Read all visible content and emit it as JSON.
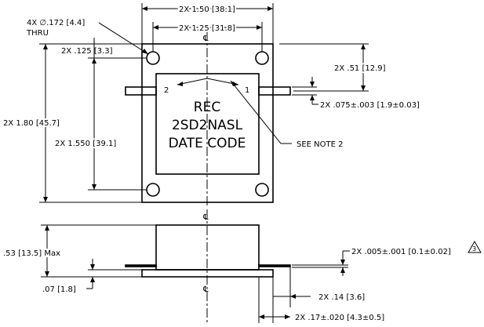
{
  "title": "",
  "labels": {
    "holes": "4X ∅.172 [4.4]",
    "holes_thru": "THRU",
    "width_outer": "2X 1.50 [38.1]",
    "width_holes": "2X 1.25 [31.8]",
    "hole_offset": "2X .125 [3.3]",
    "height_outer": "2X 1.80 [45.7]",
    "height_holes": "2X 1.550 [39.1]",
    "tab_offset": "2X .51 [12.9]",
    "tab_width": "2X .075±.003 [1.9±0.03]",
    "see_note": "SEE NOTE 2",
    "height_max": ".53 [13.5] Max",
    "flange_thickness": ".07 [1.8]",
    "lead_thickness": "2X .005±.001 [0.1±0.02]",
    "lead_length": "2X .14 [3.6]",
    "lead_offset": "2X .17±.020 [4.3±0.5]",
    "note_ref": "3",
    "centerline": "℄"
  },
  "marking": {
    "line1": "REC",
    "line2": "2SD2NASL",
    "line3": "DATE CODE",
    "pin1": "1",
    "pin2": "2"
  }
}
